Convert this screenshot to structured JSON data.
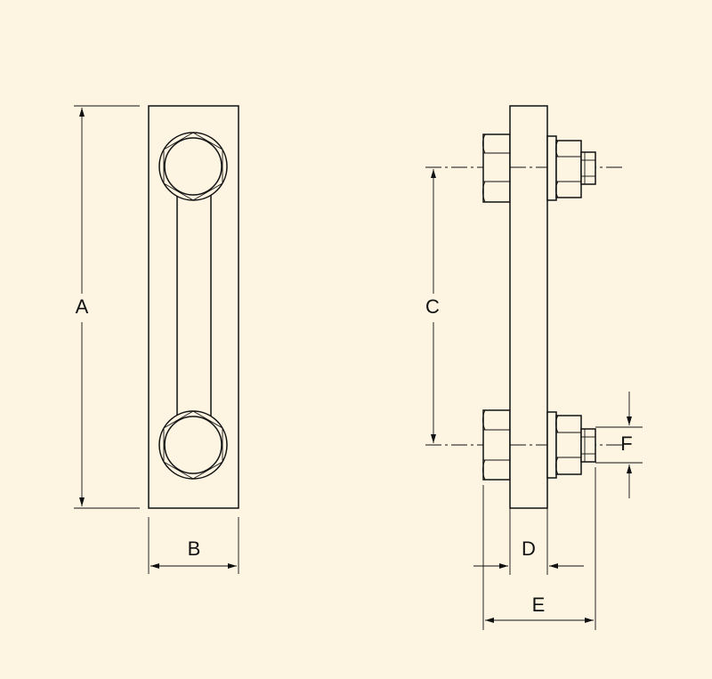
{
  "dimension_labels": {
    "A": "A",
    "B": "B",
    "C": "C",
    "D": "D",
    "E": "E",
    "F": "F"
  },
  "colors": {
    "background": "#fdf5e2",
    "line": "#111111"
  }
}
